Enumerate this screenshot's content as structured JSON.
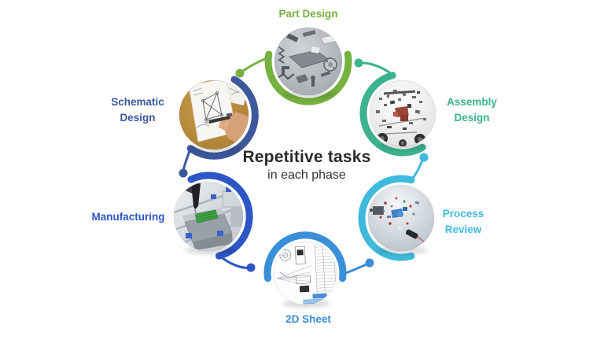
{
  "center": {
    "title": "Repetitive tasks",
    "subtitle": "in each phase"
  },
  "phases": {
    "part_design": {
      "label": "Part Design",
      "color": "#76b13f",
      "image": "scattered-machined-parts-photo"
    },
    "assembly_design": {
      "line1": "Assembly",
      "line2": "Design",
      "color": "#3cb28e",
      "image": "exploded-vehicle-assembly-photo"
    },
    "process_review": {
      "line1": "Process",
      "line2": "Review",
      "color": "#3fbadc",
      "image": "exploded-components-photo"
    },
    "sheet_2d": {
      "label": "2D Sheet",
      "color": "#3a8fd8",
      "image": "technical-drawing-sheet-photo"
    },
    "manufacturing": {
      "label": "Manufacturing",
      "color": "#2d57c6",
      "image": "cnc-machining-photo"
    },
    "schematic_design": {
      "line1": "Schematic",
      "line2": "Design",
      "color": "#3c589b",
      "image": "hand-sketching-photo"
    }
  }
}
